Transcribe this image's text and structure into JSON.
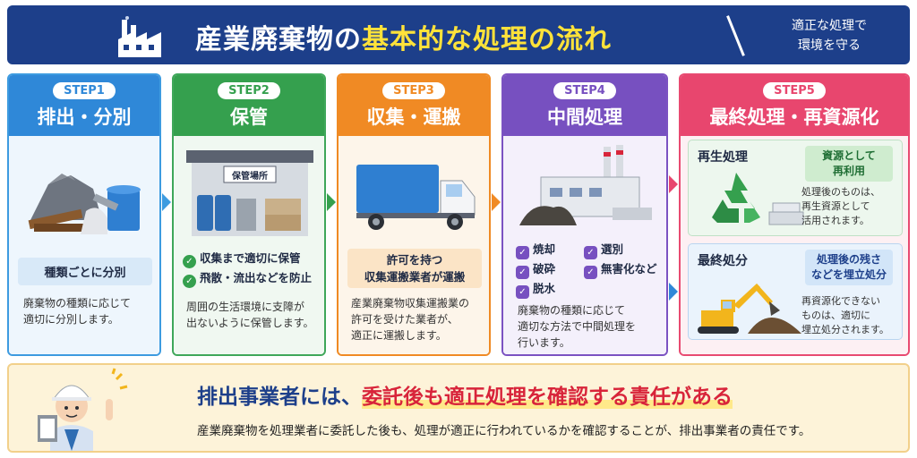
{
  "header": {
    "title_part1": "産業廃棄物の",
    "title_part2": "基本的な処理の流れ",
    "subtitle_line1": "適正な処理で",
    "subtitle_line2": "環境を守る"
  },
  "steps": [
    {
      "badge": "STEP1",
      "title": "排出・分別",
      "label": "種類ごとに分別",
      "desc_line1": "廃棄物の種類に応じて",
      "desc_line2": "適切に分別します。"
    },
    {
      "badge": "STEP2",
      "title": "保管",
      "sign": "保管場所",
      "check1": "収集まで適切に保管",
      "check2": "飛散・流出などを防止",
      "desc_line1": "周囲の生活環境に支障が",
      "desc_line2": "出ないように保管します。"
    },
    {
      "badge": "STEP3",
      "title": "収集・運搬",
      "label_line1": "許可を持つ",
      "label_line2": "収集運搬業者が運搬",
      "desc_line1": "産業廃棄物収集運搬業の",
      "desc_line2": "許可を受けた業者が、",
      "desc_line3": "適正に運搬します。"
    },
    {
      "badge": "STEP4",
      "title": "中間処理",
      "methods": [
        "焼却",
        "選別",
        "破砕",
        "無害化など",
        "脱水"
      ],
      "desc_line1": "廃棄物の種類に応じて",
      "desc_line2": "適切な方法で中間処理を",
      "desc_line3": "行います。"
    },
    {
      "badge": "STEP5",
      "title": "最終処理・再資源化",
      "recycle": {
        "title": "再生処理",
        "tag_line1": "資源として",
        "tag_line2": "再利用",
        "desc_line1": "処理後のものは、",
        "desc_line2": "再生資源として",
        "desc_line3": "活用されます。"
      },
      "landfill": {
        "title": "最終処分",
        "tag_line1": "処理後の残さ",
        "tag_line2": "などを埋立処分",
        "desc_line1": "再資源化できない",
        "desc_line2": "ものは、適切に",
        "desc_line3": "埋立処分されます。"
      }
    }
  ],
  "bottom": {
    "heading_part1": "排出事業者には、",
    "heading_part2": "委託後も適正処理を確認する責任がある",
    "text": "産業廃棄物を処理業者に委託した後も、処理が適正に行われているかを確認することが、排出事業者の責任です。"
  },
  "colors": {
    "header": "#1d3f8a",
    "step1": "#2f88d8",
    "step2": "#35a04e",
    "step3": "#f08a24",
    "step4": "#7750c0",
    "step5": "#e8466e",
    "accent_red": "#d8243a"
  }
}
